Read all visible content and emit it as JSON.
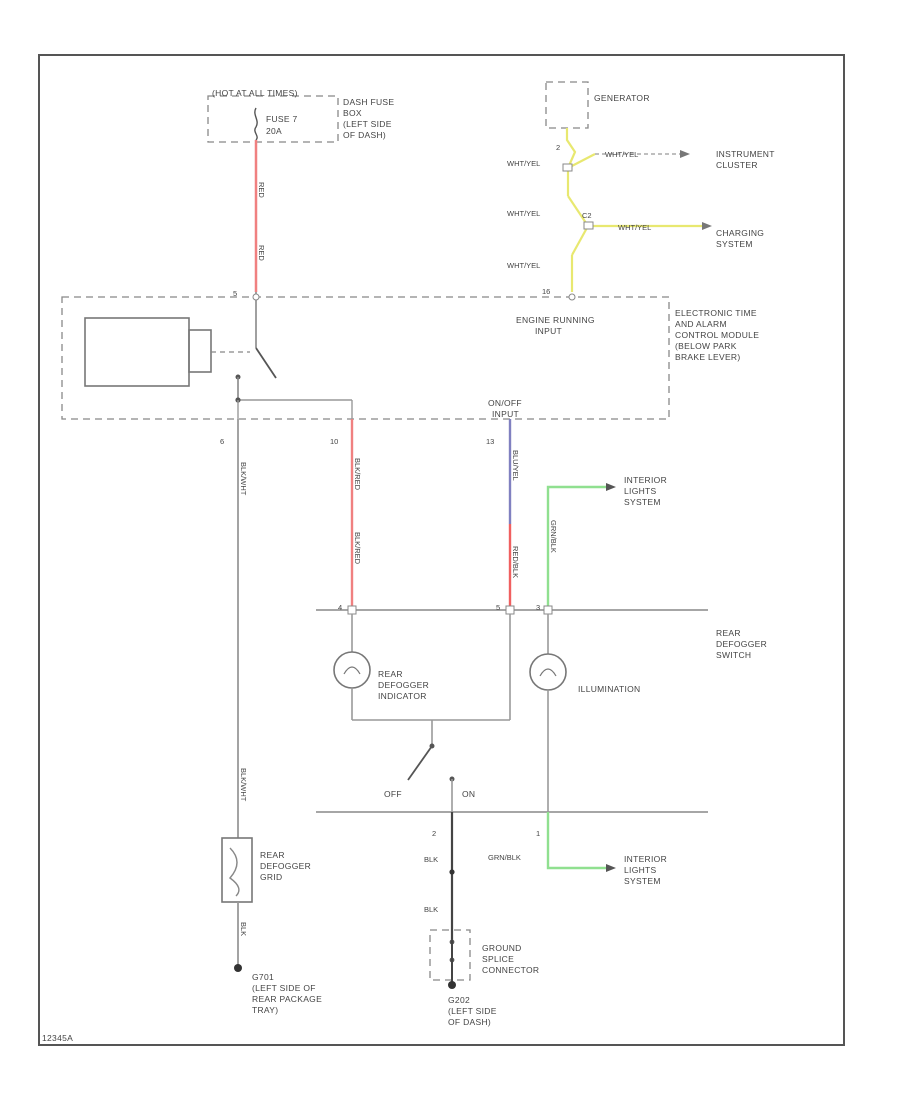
{
  "diagram": {
    "fuse_box": {
      "header": "(HOT AT ALL TIMES)",
      "fuse": "FUSE 7",
      "rating": "20A",
      "location": [
        "DASH FUSE",
        "BOX",
        "(LEFT SIDE",
        "OF DASH)"
      ]
    },
    "generator": {
      "label": "GENERATOR",
      "pin": "2",
      "wire_colors": [
        "WHT/YEL",
        "WHT/YEL",
        "WHT/YEL",
        "WHT/YEL",
        "WHT/YEL"
      ],
      "dests": [
        [
          "INSTRUMENT",
          "CLUSTER"
        ],
        [
          "CHARGING",
          "SYSTEM"
        ]
      ],
      "splice": "C2",
      "module_pin": "16"
    },
    "fuse_wire": {
      "label_top": "RED",
      "label_bottom": "RED"
    },
    "control_module": {
      "label": [
        "ELECTRONIC TIME",
        "AND ALARM",
        "CONTROL MODULE",
        "(BELOW PARK",
        "BRAKE LEVER)"
      ],
      "input_label": [
        "ENGINE RUNNING",
        "INPUT"
      ],
      "pin_feed": "5",
      "on_off_label": [
        "ON/OFF",
        "INPUT"
      ],
      "pins": {
        "grid": "6",
        "indicator": "10",
        "onoff": "13"
      }
    },
    "wires": {
      "grid_wire": "BLK/WHT",
      "indicator_wire": [
        "BLK/RED",
        "BLK/RED"
      ],
      "onoff_wire": [
        "BLU/YEL",
        "RED/BLK"
      ],
      "illum_wire": "GRN/BLK",
      "ground_wire": "BLK"
    },
    "interior_lights": [
      "INTERIOR",
      "LIGHTS",
      "SYSTEM"
    ],
    "switch": {
      "label": [
        "REAR",
        "DEFOGGER",
        "SWITCH"
      ],
      "indicator": [
        "REAR",
        "DEFOGGER",
        "INDICATOR"
      ],
      "illumination": "ILLUMINATION",
      "off": "OFF",
      "on": "ON",
      "pins_top": [
        "4",
        "5",
        "3"
      ],
      "pins_bottom": [
        "2",
        "1"
      ]
    },
    "grid": {
      "label": [
        "REAR",
        "DEFOGGER",
        "GRID"
      ],
      "wire": "BLK"
    },
    "ground_g": {
      "id": "G701",
      "loc": [
        "(LEFT SIDE OF",
        "REAR PACKAGE",
        "TRAY)"
      ]
    },
    "ground_splice": {
      "label": [
        "GROUND",
        "SPLICE",
        "CONNECTOR"
      ],
      "ground": "G202",
      "loc": [
        "(LEFT SIDE",
        "OF DASH)"
      ]
    },
    "footer_id": "12345A"
  }
}
